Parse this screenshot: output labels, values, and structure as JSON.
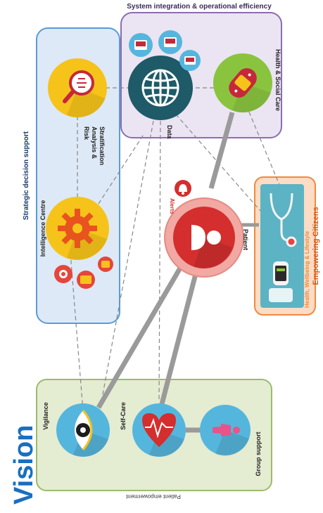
{
  "title": "Vision",
  "panels": {
    "system": "System integration & operational efficiency",
    "strategic": "Strategic decision support",
    "citizens": "Empowering Citizens",
    "patient_empowerment": "Patient empowerment"
  },
  "nodes": {
    "risk": "Risk Analysis & Stratification",
    "risk_lines": [
      "Risk",
      "Analysis &",
      "Stratification"
    ],
    "data": "Data",
    "health_social_care": "Health & Social Care",
    "intelligence_centre": "Intelligence Centre",
    "patient": "Patient",
    "alerts": "Alerts",
    "health_wellbeing": "Health, Wellbeing & Lifestyle",
    "vigilance": "Vigilance",
    "self_care": "Self-Care",
    "group_support": "Group support"
  },
  "colors": {
    "title_blue": "#1a6fc0",
    "system_panel_fill": "#ebe4f2",
    "system_panel_border": "#8c6db0",
    "strategic_panel_fill": "#dde9f6",
    "strategic_panel_border": "#5a9bd5",
    "patient_panel_fill": "#e4ecd2",
    "patient_panel_border": "#9cbb6b",
    "citizens_panel_fill": "#fcdcc4",
    "citizens_panel_border": "#f08a3c",
    "citizens_text": "#d45b1e",
    "yellow_node": "#f6c31a",
    "teal_node": "#1e5a68",
    "green_node": "#8ac43f",
    "light_blue_node": "#55b6dd",
    "patient_red": "#d42e2e",
    "patient_halo": "#f2a8a3"
  },
  "icons": {
    "risk": "magnifier-icon",
    "data": "globe-icon",
    "health_social_care": "bandage-icon",
    "intelligence_centre": "gear-icon",
    "patient": "person-bust-icon",
    "alerts": "alert-bell-icon",
    "health_wellbeing": "stethoscope-icon",
    "vigilance": "eye-icon",
    "self_care": "heart-monitor-icon",
    "group_support": "person-icon",
    "device": "device-icon",
    "wearable": "wearable-wristband-icon"
  }
}
